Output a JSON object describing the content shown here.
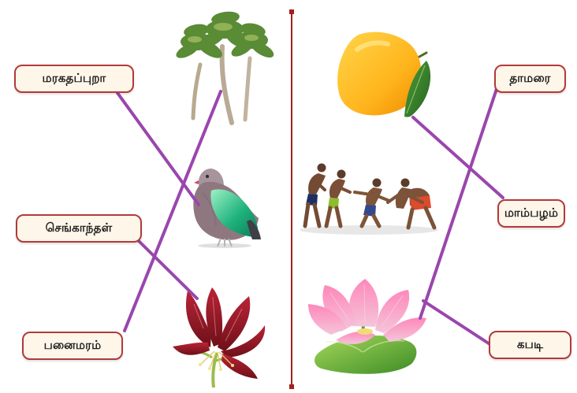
{
  "labels": {
    "left_top": "மரகதப்புறா",
    "left_middle": "செங்காந்தள்",
    "left_bottom": "பனைமரம்",
    "right_top": "தாமரை",
    "right_middle": "மாம்பழம்",
    "right_bottom": "கபடி"
  },
  "colors": {
    "label_border": "#b23a3a",
    "label_fill": "#fff6ea",
    "divider": "#a61f1f",
    "connector": "#9a46ad"
  },
  "images": {
    "left": [
      "palm-tree",
      "emerald-dove",
      "gloriosa-lily"
    ],
    "right": [
      "mango",
      "kabaddi-players",
      "lotus"
    ]
  }
}
